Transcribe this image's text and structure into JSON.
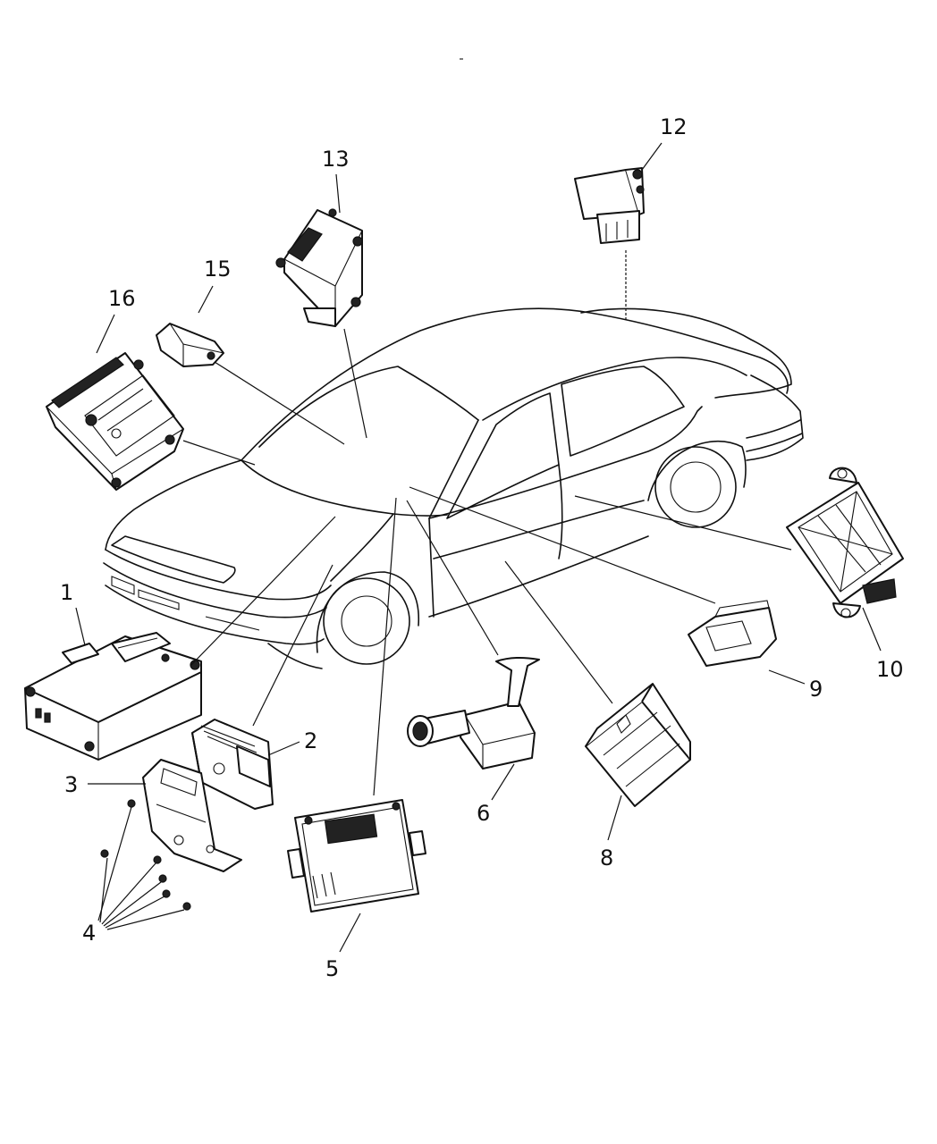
{
  "diagram": {
    "callouts": [
      {
        "id": "c1",
        "label": "1"
      },
      {
        "id": "c2",
        "label": "2"
      },
      {
        "id": "c3",
        "label": "3"
      },
      {
        "id": "c4",
        "label": "4"
      },
      {
        "id": "c5",
        "label": "5"
      },
      {
        "id": "c6",
        "label": "6"
      },
      {
        "id": "c8",
        "label": "8"
      },
      {
        "id": "c9",
        "label": "9"
      },
      {
        "id": "c10",
        "label": "10"
      },
      {
        "id": "c12",
        "label": "12"
      },
      {
        "id": "c13",
        "label": "13"
      },
      {
        "id": "c15",
        "label": "15"
      },
      {
        "id": "c16",
        "label": "16"
      }
    ]
  }
}
